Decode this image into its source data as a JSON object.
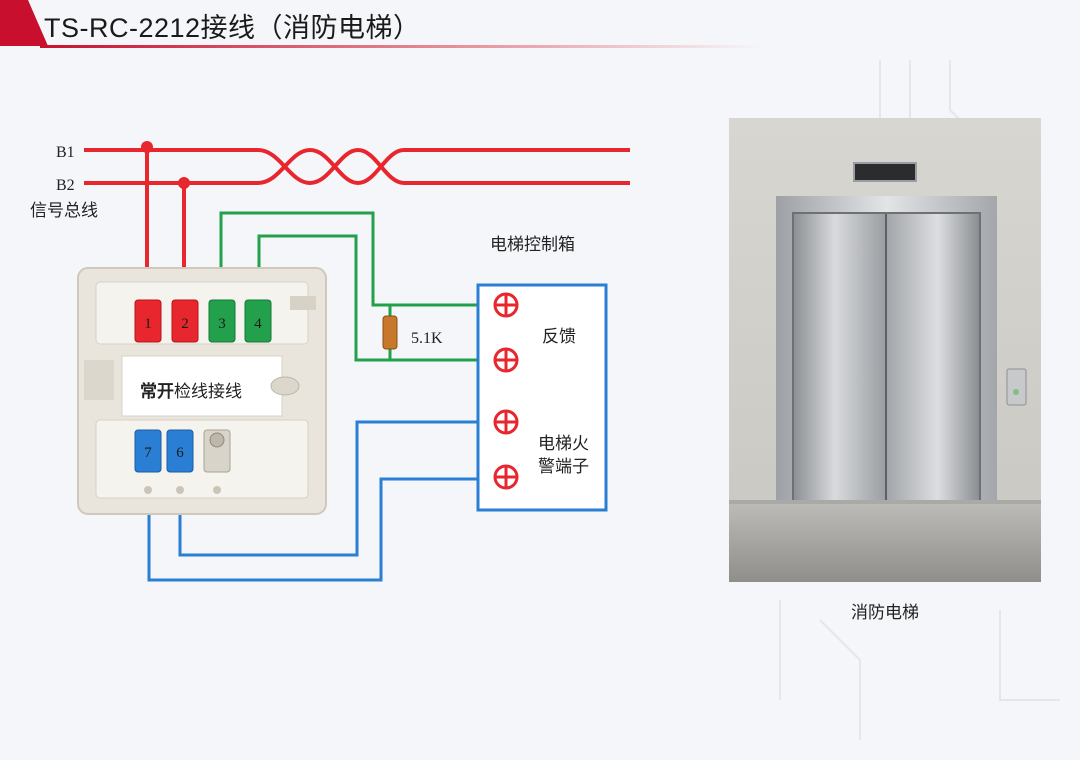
{
  "header": {
    "title": "TS-RC-2212接线（消防电梯）"
  },
  "bus": {
    "b1_label": "B1",
    "b2_label": "B2",
    "bus_caption": "信号总线"
  },
  "module": {
    "terminals_top": [
      "1",
      "2",
      "3",
      "4"
    ],
    "terminals_bottom": [
      "7",
      "6"
    ],
    "center_label_bold": "常开",
    "center_label_rest": "检线接线"
  },
  "resistor": {
    "value_label": "5.1K"
  },
  "control_box": {
    "title": "电梯控制箱",
    "feedback_label": "反馈",
    "fire_label_line1": "电梯火",
    "fire_label_line2": "警端子"
  },
  "photo": {
    "caption": "消防电梯"
  },
  "colors": {
    "red_wire": "#e8262d",
    "green_wire": "#22a04b",
    "blue_wire": "#2a7fd4",
    "accent_red": "#c8102e"
  }
}
